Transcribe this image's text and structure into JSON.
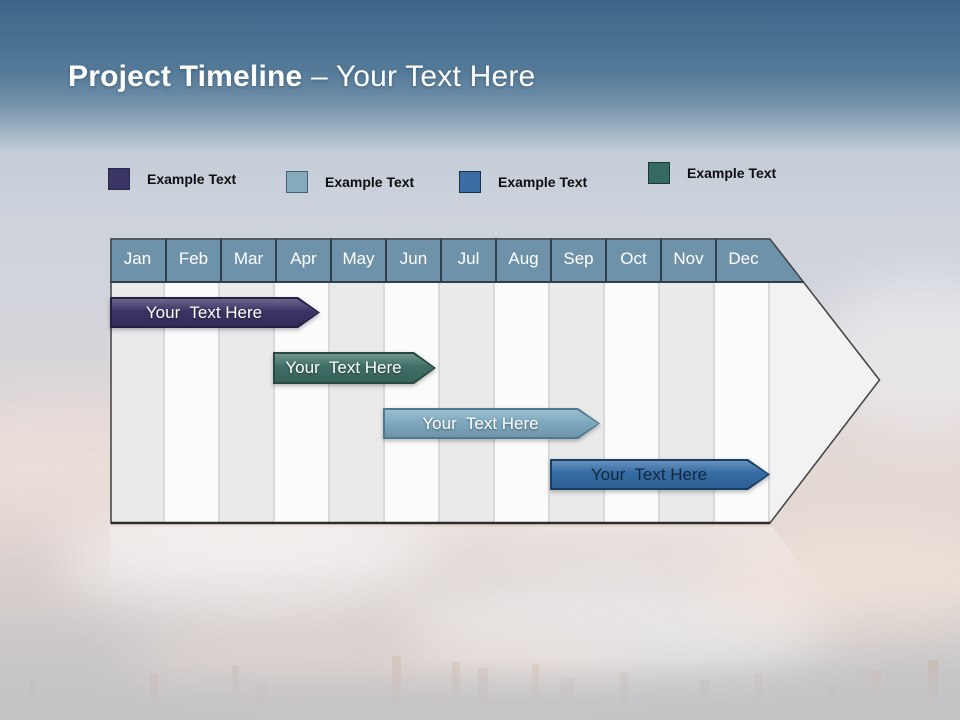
{
  "title": {
    "bold": "Project Timeline ",
    "regular": "– Your Text Here"
  },
  "legend": {
    "items": [
      {
        "label": "Example Text",
        "color": "#3b3566",
        "border": "#2b2750"
      },
      {
        "label": "Example Text",
        "color": "#85aabe",
        "border": "#3f6375"
      },
      {
        "label": "Example Text",
        "color": "#3a6ea5",
        "border": "#16324d"
      },
      {
        "label": "Example Text",
        "color": "#356a62",
        "border": "#1b3a35"
      }
    ]
  },
  "timeline": {
    "months": [
      "Jan",
      "Feb",
      "Mar",
      "Apr",
      "May",
      "Jun",
      "Jul",
      "Aug",
      "Sep",
      "Oct",
      "Nov",
      "Dec"
    ],
    "header_color": "#6d92a9",
    "bars": [
      {
        "label": "Your  Text Here",
        "color": "#3a3465",
        "border": "#252047",
        "text_color": "#ffffff",
        "start": "Jan",
        "end": "mid-Apr"
      },
      {
        "label": "Your  Text Here",
        "color": "#3e6f66",
        "border": "#27493f",
        "text_color": "#ffffff",
        "start": "Apr",
        "end": "Jun"
      },
      {
        "label": "Your  Text Here",
        "color": "#7ea9bf",
        "border": "#4f7b92",
        "text_color": "#ffffff",
        "start": "Jun",
        "end": "mid-Sep"
      },
      {
        "label": "Your  Text Here",
        "color": "#356ca4",
        "border": "#173f66",
        "text_color": "#13273f",
        "start": "Sep",
        "end": "Dec"
      }
    ]
  }
}
